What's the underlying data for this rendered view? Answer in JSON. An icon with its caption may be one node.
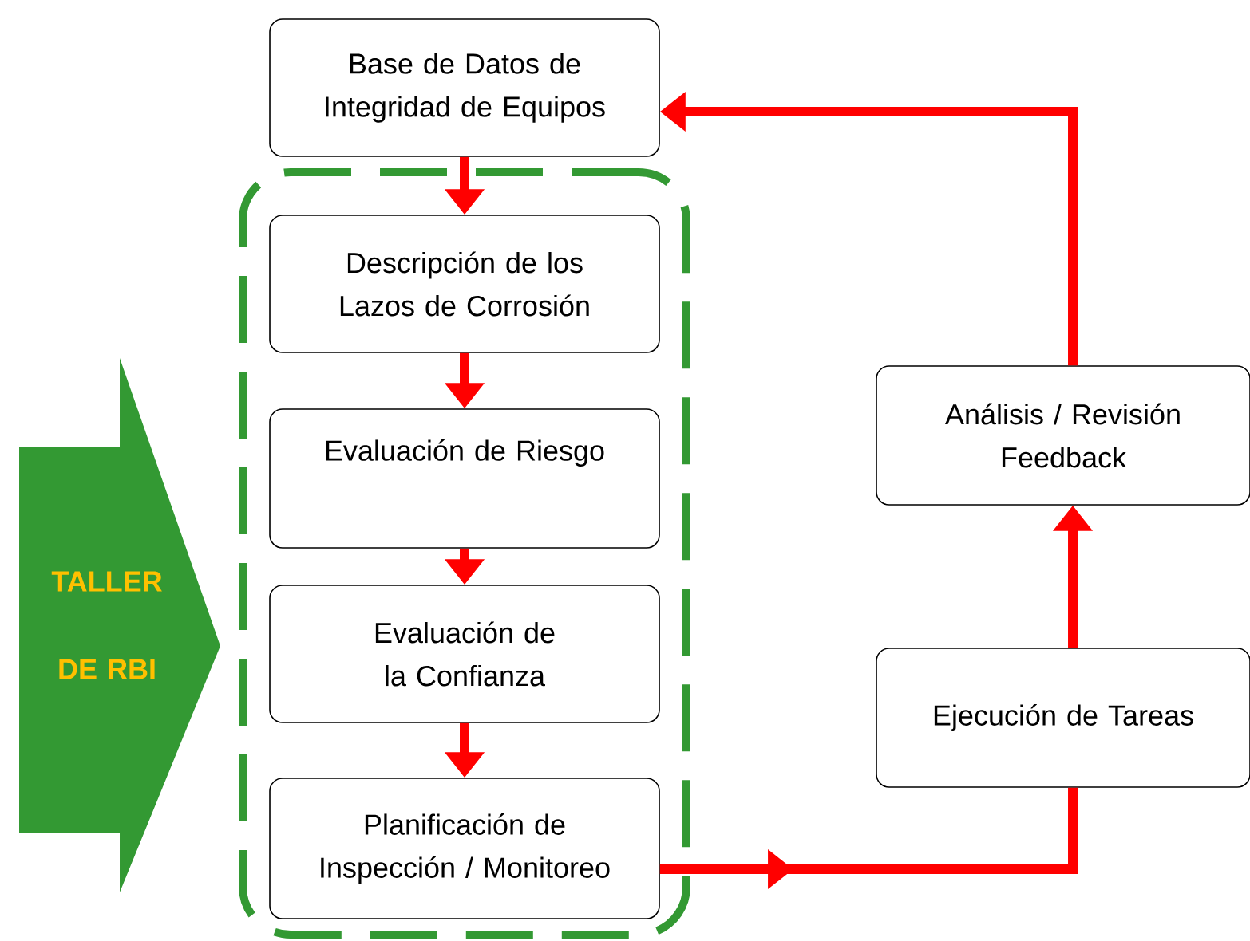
{
  "diagram": {
    "nodes": [
      {
        "text": [
          "Base de Datos de Integridad de Equipos"
        ]
      },
      {
        "text": [],
        "shape": "box"
      },
      {
        "text": [
          "Descripción de los Lazos de Corrosión"
        ],
        "in": 1
      },
      {
        "text": [
          "Evaluación de Riesgo"
        ],
        "in": 1
      },
      {
        "text": [
          "Evaluación de la Confianza"
        ],
        "in": 1
      },
      {
        "text": [
          "Planificación de Inspección / Monitoreo"
        ],
        "in": 1
      },
      {
        "text": [
          "Ejecución de Tareas"
        ]
      },
      {
        "text": [
          "Análisis / Revisión Feedback"
        ]
      },
      {
        "text": [
          "TALLER DE RBI"
        ]
      }
    ],
    "edges": [
      {
        "from": 0,
        "to": 2,
        "arrow": "to"
      },
      {
        "from": 2,
        "to": 3,
        "arrow": "to"
      },
      {
        "from": 3,
        "to": 4,
        "arrow": "to"
      },
      {
        "from": 4,
        "to": 5,
        "arrow": "to"
      },
      {
        "from": 5,
        "to": 6,
        "arrow": "to"
      },
      {
        "from": 6,
        "to": 7,
        "arrow": "to"
      },
      {
        "from": 7,
        "to": 0,
        "arrow": "to"
      }
    ]
  }
}
